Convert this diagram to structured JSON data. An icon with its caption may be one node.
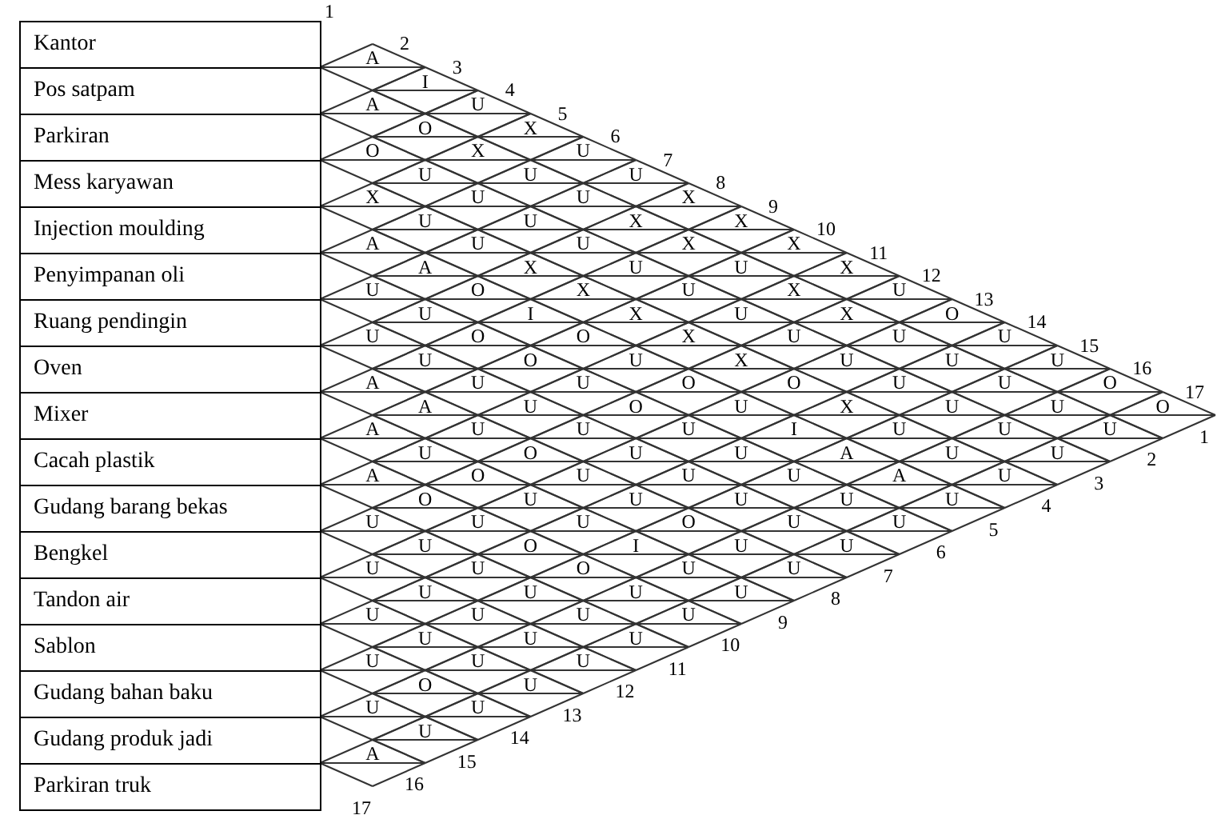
{
  "diagram": {
    "nodes": [
      {
        "text": [
          "Kantor"
        ]
      },
      {
        "text": [
          "Pos satpam"
        ]
      },
      {
        "text": [
          "Parkiran"
        ]
      },
      {
        "text": [
          "Mess karyawan"
        ]
      },
      {
        "text": [
          "Injection moulding"
        ]
      },
      {
        "text": [
          "Penyimpanan oli"
        ]
      },
      {
        "text": [
          "Ruang pendingin"
        ]
      },
      {
        "text": [
          "Oven"
        ]
      },
      {
        "text": [
          "Mixer"
        ]
      },
      {
        "text": [
          "Cacah plastik"
        ]
      },
      {
        "text": [
          "Gudang barang bekas"
        ]
      },
      {
        "text": [
          "Bengkel"
        ]
      },
      {
        "text": [
          "Tandon air"
        ]
      },
      {
        "text": [
          "Sablon"
        ]
      },
      {
        "text": [
          "Gudang bahan baku"
        ]
      },
      {
        "text": [
          "Gudang produk jadi"
        ]
      },
      {
        "text": [
          "Parkiran truk"
        ]
      }
    ],
    "labels": [
      "1",
      "2",
      "3",
      "4",
      "5",
      "6",
      "7",
      "8",
      "9",
      "10",
      "11",
      "12",
      "13",
      "14",
      "15",
      "16",
      "17",
      "A",
      "I",
      "A",
      "U",
      "O",
      "X",
      "O",
      "X",
      "U",
      "U",
      "U",
      "U",
      "X",
      "U",
      "U",
      "X",
      "U",
      "U",
      "X",
      "X",
      "A",
      "U",
      "U",
      "X",
      "X",
      "A",
      "X",
      "U",
      "U",
      "X",
      "U",
      "O",
      "X",
      "U",
      "X",
      "U",
      "U",
      "I",
      "X",
      "U",
      "X",
      "O",
      "U",
      "O",
      "O",
      "X",
      "U",
      "U",
      "U",
      "U",
      "O",
      "U",
      "X",
      "U",
      "U",
      "U",
      "A",
      "U",
      "U",
      "O",
      "O",
      "U",
      "U",
      "O",
      "A",
      "U",
      "O",
      "U",
      "X",
      "U",
      "U",
      "O",
      "A",
      "U",
      "U",
      "U",
      "I",
      "U",
      "U",
      "U",
      "U",
      "O",
      "U",
      "U",
      "A",
      "U",
      "U",
      "A",
      "O",
      "U",
      "U",
      "U",
      "A",
      "U",
      "O",
      "U",
      "U",
      "U",
      "U",
      "U",
      "U",
      "U",
      "U",
      "O",
      "U",
      "U",
      "U",
      "O",
      "I",
      "U",
      "U",
      "U",
      "U",
      "O",
      "U",
      "U",
      "U",
      "U",
      "U",
      "U",
      "U",
      "U",
      "U",
      "U",
      "U",
      "U",
      "U",
      "U",
      "U",
      "U",
      "O",
      "U",
      "U",
      "U",
      "U",
      "A",
      "1",
      "2",
      "3",
      "4",
      "5",
      "6",
      "7",
      "8",
      "9",
      "10",
      "11",
      "12",
      "13",
      "14",
      "15",
      "16",
      "17"
    ]
  }
}
